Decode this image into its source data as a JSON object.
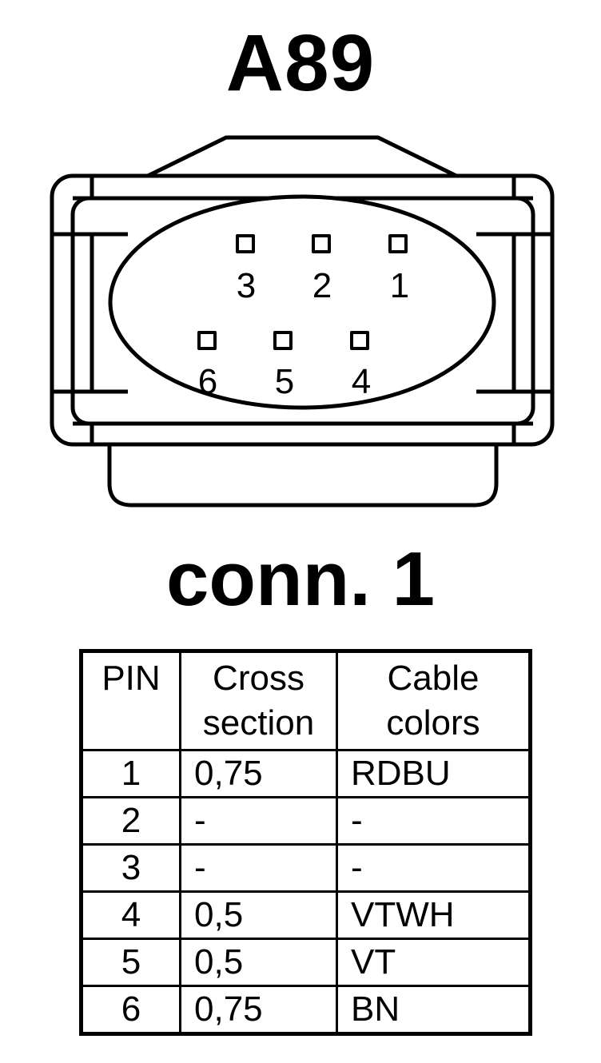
{
  "title": "A89",
  "connector_label": "conn. 1",
  "pins_top_row": [
    "3",
    "2",
    "1"
  ],
  "pins_bottom_row": [
    "6",
    "5",
    "4"
  ],
  "table": {
    "headers": {
      "pin": "PIN",
      "cross_line1": "Cross",
      "cross_line2": "section",
      "color_line1": "Cable",
      "color_line2": "colors"
    },
    "rows": [
      {
        "pin": "1",
        "cross": "0,75",
        "color": "RDBU"
      },
      {
        "pin": "2",
        "cross": "-",
        "color": "-"
      },
      {
        "pin": "3",
        "cross": "-",
        "color": "-"
      },
      {
        "pin": "4",
        "cross": "0,5",
        "color": "VTWH"
      },
      {
        "pin": "5",
        "cross": "0,5",
        "color": "VT"
      },
      {
        "pin": "6",
        "cross": "0,75",
        "color": "BN"
      }
    ]
  }
}
